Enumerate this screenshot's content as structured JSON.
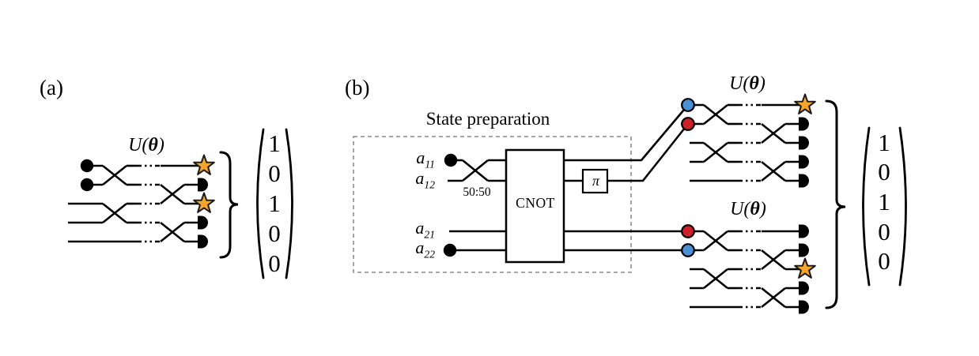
{
  "figure": {
    "background": "#ffffff",
    "colors": {
      "wire": "#000000",
      "star_fill": "#F7A52A",
      "star_stroke": "#1a1a1a",
      "blue_marker": "#4A90D6",
      "red_marker": "#CE2029",
      "detector": "#000000",
      "input_dot": "#000000",
      "dashed_box": "#999999",
      "text": "#000000"
    },
    "panel_a": {
      "label": "(a)",
      "unitary": {
        "pre": "U(",
        "theta": "θ",
        "post": ")"
      },
      "circuit": {
        "num_modes": 5,
        "inputs": [
          "photon",
          "photon",
          null,
          null,
          null
        ],
        "outputs": [
          "star",
          "detector",
          "star",
          "detector",
          "detector"
        ]
      },
      "vector": {
        "values": [
          "1",
          "0",
          "1",
          "0",
          "0"
        ]
      }
    },
    "panel_b": {
      "label": "(b)",
      "state_prep": {
        "title": "State preparation",
        "mode_labels": [
          {
            "base": "a",
            "sub": "11",
            "photon_input": true
          },
          {
            "base": "a",
            "sub": "12",
            "photon_input": false
          },
          {
            "base": "a",
            "sub": "21",
            "photon_input": false
          },
          {
            "base": "a",
            "sub": "22",
            "photon_input": true
          }
        ],
        "splitter_label": "50:50",
        "cnot_label": "CNOT",
        "phase_label": "π"
      },
      "top_block": {
        "unitary": {
          "pre": "U(",
          "theta": "θ",
          "post": ")"
        },
        "inputs": [
          "blue",
          "red",
          null,
          null,
          null
        ],
        "outputs": [
          "star",
          "detector",
          "detector",
          "detector",
          "detector"
        ]
      },
      "bottom_block": {
        "unitary": {
          "pre": "U(",
          "theta": "θ",
          "post": ")"
        },
        "inputs": [
          "red",
          "blue",
          null,
          null,
          null
        ],
        "outputs": [
          "detector",
          "detector",
          "star",
          "detector",
          "detector"
        ]
      },
      "vector": {
        "values": [
          "1",
          "0",
          "1",
          "0",
          "0"
        ]
      }
    }
  }
}
